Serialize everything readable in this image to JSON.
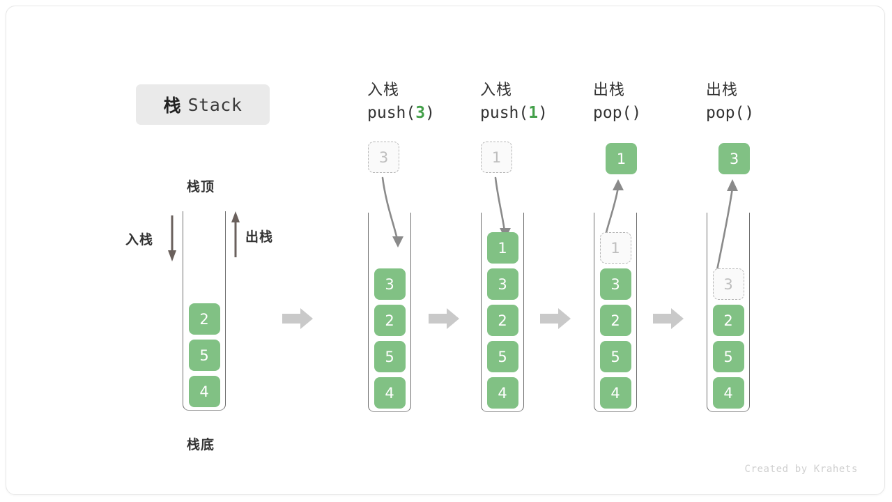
{
  "title": {
    "cn": "栈",
    "en": "Stack"
  },
  "labels": {
    "top": "栈顶",
    "bottom": "栈底",
    "push": "入栈",
    "pop": "出栈"
  },
  "colors": {
    "element_fill": "#81c184",
    "element_text": "#ffffff",
    "ghost_border": "#b5b5b5",
    "ghost_text": "#bdbdbd",
    "accent_green": "#44a04a",
    "arrow_gray": "#8a8a8a",
    "block_arrow": "#c9c9c9",
    "title_chip_bg": "#eaeaea"
  },
  "initial_stack": {
    "caption_top": "栈顶",
    "caption_bottom": "栈底",
    "push_label": "入栈",
    "pop_label": "出栈",
    "elements": [
      "2",
      "5",
      "4"
    ]
  },
  "stages": [
    {
      "id": "push-3",
      "op_cn": "入栈",
      "op_code_prefix": "push(",
      "op_code_arg": "3",
      "op_code_suffix": ")",
      "floating": {
        "value": "3",
        "style": "ghost",
        "position": "above"
      },
      "arrow": "down",
      "elements": [
        {
          "value": "3",
          "style": "filled"
        },
        {
          "value": "2",
          "style": "filled"
        },
        {
          "value": "5",
          "style": "filled"
        },
        {
          "value": "4",
          "style": "filled"
        }
      ]
    },
    {
      "id": "push-1",
      "op_cn": "入栈",
      "op_code_prefix": "push(",
      "op_code_arg": "1",
      "op_code_suffix": ")",
      "floating": {
        "value": "1",
        "style": "ghost",
        "position": "above"
      },
      "arrow": "down",
      "elements": [
        {
          "value": "1",
          "style": "filled"
        },
        {
          "value": "3",
          "style": "filled"
        },
        {
          "value": "2",
          "style": "filled"
        },
        {
          "value": "5",
          "style": "filled"
        },
        {
          "value": "4",
          "style": "filled"
        }
      ]
    },
    {
      "id": "pop-1",
      "op_cn": "出栈",
      "op_code_prefix": "pop(",
      "op_code_arg": "",
      "op_code_suffix": ")",
      "floating": {
        "value": "1",
        "style": "filled",
        "position": "above"
      },
      "arrow": "up",
      "elements": [
        {
          "value": "1",
          "style": "ghost"
        },
        {
          "value": "3",
          "style": "filled"
        },
        {
          "value": "2",
          "style": "filled"
        },
        {
          "value": "5",
          "style": "filled"
        },
        {
          "value": "4",
          "style": "filled"
        }
      ]
    },
    {
      "id": "pop-2",
      "op_cn": "出栈",
      "op_code_prefix": "pop(",
      "op_code_arg": "",
      "op_code_suffix": ")",
      "floating": {
        "value": "3",
        "style": "filled",
        "position": "above"
      },
      "arrow": "up",
      "elements": [
        {
          "value": "3",
          "style": "ghost"
        },
        {
          "value": "2",
          "style": "filled"
        },
        {
          "value": "5",
          "style": "filled"
        },
        {
          "value": "4",
          "style": "filled"
        }
      ]
    }
  ],
  "credit": "Created by Krahets"
}
